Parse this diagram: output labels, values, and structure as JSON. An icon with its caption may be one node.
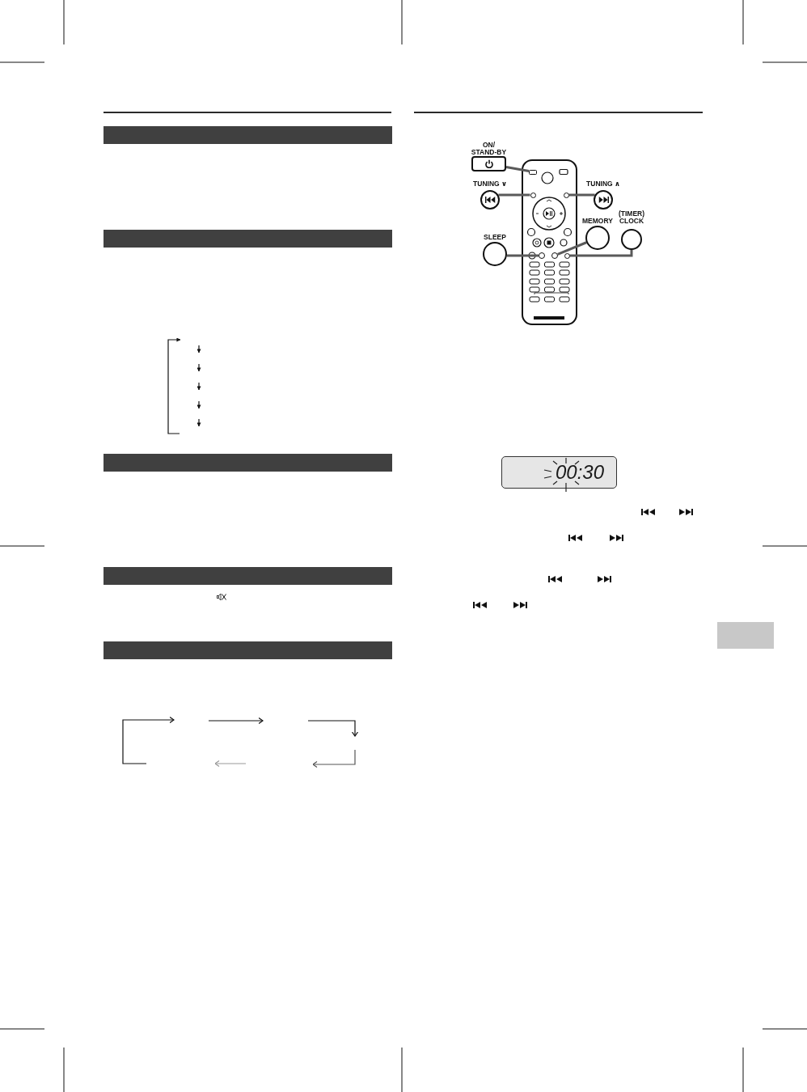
{
  "diagram": {
    "nodes": [
      {
        "text": [
          "ON/ STAND-BY"
        ]
      },
      {
        "text": [
          "TUNING ∨"
        ]
      },
      {
        "text": [
          "TUNING ∧"
        ]
      },
      {
        "text": [
          "MEMORY"
        ]
      },
      {
        "text": [
          "(TIMER) CLOCK"
        ]
      },
      {
        "text": [
          "SLEEP"
        ]
      },
      {
        "text": [],
        "shape": "box"
      },
      {
        "text": [],
        "shape": "circle"
      },
      {
        "text": [],
        "shape": "circle"
      },
      {
        "text": [],
        "shape": "circle"
      },
      {
        "text": [],
        "shape": "circle"
      },
      {
        "text": [],
        "shape": "circle"
      },
      {
        "text": [
          "00:30"
        ]
      }
    ],
    "edges": [
      {
        "from": 0,
        "to": 6,
        "arrow": "none"
      },
      {
        "from": 1,
        "to": 7,
        "arrow": "none"
      },
      {
        "from": 2,
        "to": 8,
        "arrow": "none"
      },
      {
        "from": 3,
        "to": 10,
        "arrow": "none"
      },
      {
        "from": 4,
        "to": 11,
        "arrow": "none"
      },
      {
        "from": 5,
        "to": 9,
        "arrow": "none"
      }
    ]
  }
}
